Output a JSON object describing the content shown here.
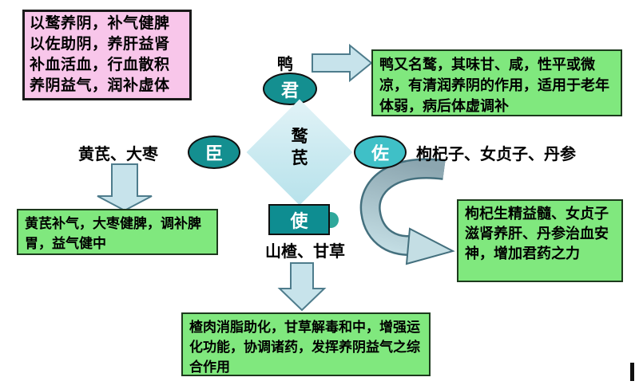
{
  "principle_box": {
    "lines": [
      "以鹜养阴，补气健脾",
      "以佐助阴，养肝益肾",
      "补血活血，行血散积",
      "养阴益气，润补虚体"
    ]
  },
  "diagram": {
    "formula": {
      "char1": "鹜",
      "char2": "芪"
    },
    "jun": {
      "role": "君",
      "herb": "鸭",
      "note": "鸭又名鹜，其味甘、咸，性平或微凉，有清润养阴的作用，适用于老年体弱，病后体虚调补"
    },
    "chen": {
      "role": "臣",
      "herb": "黄芪、大枣",
      "note": "黄芪补气，大枣健脾，调补脾胃，益气健中"
    },
    "zuo": {
      "role": "佐",
      "herb": "枸杞子、女贞子、丹参",
      "note": "枸杞生精益髓、女贞子滋肾养肝、丹参治血安神，增加君药之力"
    },
    "shi": {
      "role": "使",
      "herb": "山楂、甘草",
      "note": "楂肉消脂助化，甘草解毒和中，增强运化功能，协调诸药，发挥养阴益气之综合作用"
    }
  },
  "colors": {
    "pink_box_bg": "#F8C6EA",
    "green_box_bg": "#80E87E",
    "role_teal_dark": "#148F90",
    "role_teal_light": "#3FC0C7",
    "diamond_blue": "#C9E9F0",
    "block_arrow_fill": "#C7E3EB",
    "swoosh_dark": "#8CA6B0",
    "swoosh_light": "#C8E2E8"
  }
}
